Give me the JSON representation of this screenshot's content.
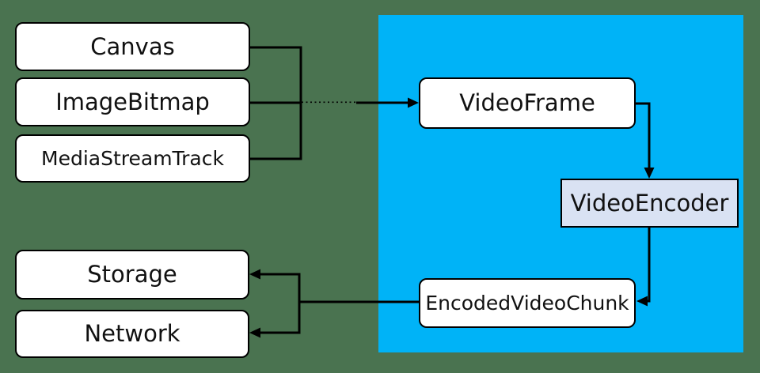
{
  "colors": {
    "page_bg": "#4A7350",
    "region_fill": "#00B3F7",
    "node_fill": "#FFFFFF",
    "encoder_fill": "#D9E2F3",
    "line": "#000000",
    "text": "#111111"
  },
  "nodes": {
    "canvas": "Canvas",
    "image_bitmap": "ImageBitmap",
    "media_stream_track": "MediaStreamTrack",
    "video_frame": "VideoFrame",
    "video_encoder": "VideoEncoder",
    "encoded_video_chunk": "EncodedVideoChunk",
    "storage": "Storage",
    "network": "Network"
  }
}
